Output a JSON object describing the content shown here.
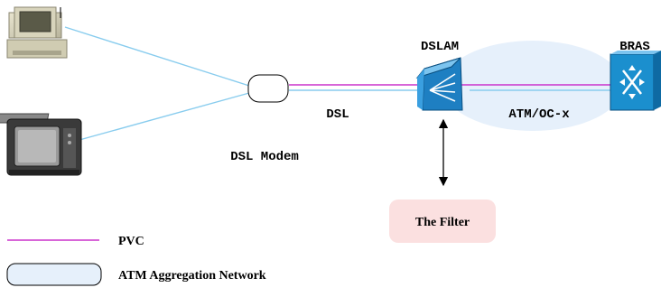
{
  "labels": {
    "dslam": "DSLAM",
    "bras": "BRAS",
    "dsl": "DSL",
    "atm_link": "ATM/OC-x",
    "dsl_modem": "DSL Modem",
    "filter": "The Filter"
  },
  "legend": {
    "pvc": "PVC",
    "atm_network": "ATM Aggregation Network"
  },
  "colors": {
    "pvc_line": "#cc33cc",
    "dsl_line": "#88ccee",
    "atm_cloud": "#e6f0fb",
    "filter_box": "#fbe0e0",
    "bras_box": "#1b8fce",
    "dslam_box": "#3a9fe0"
  },
  "icons": [
    "desktop-pc-icon",
    "tv-icon",
    "dsl-modem-icon",
    "dslam-icon",
    "bras-router-icon"
  ]
}
